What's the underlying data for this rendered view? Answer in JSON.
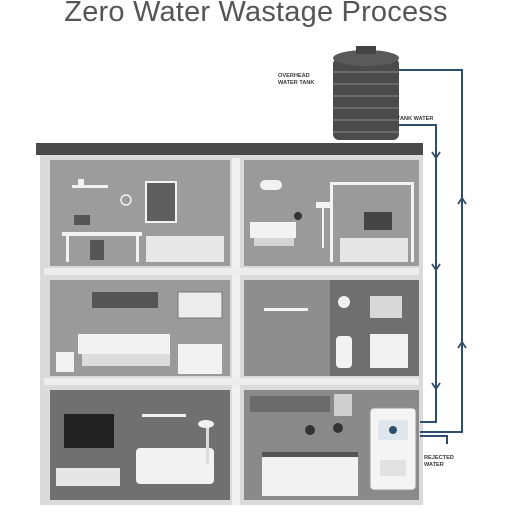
{
  "title": "Zero Water Wastage Process",
  "labels": {
    "overhead_tank": [
      "OVERHEAD",
      "WATER TANK"
    ],
    "tank_water": "TANK WATER",
    "rejected_water": [
      "REJECTED",
      "WATER"
    ]
  },
  "colors": {
    "pipe": "#2d4f6b",
    "house_outer": "#d9d9d9",
    "roof": "#4a4a4a",
    "room_mid": "#9a9a9a",
    "room_dark": "#6f6f6f",
    "furniture_light": "#f2f2f2",
    "title": "#555555"
  },
  "icons": [
    "water-tank-icon",
    "arrow-down-icon",
    "arrow-up-icon",
    "ro-purifier-icon"
  ]
}
